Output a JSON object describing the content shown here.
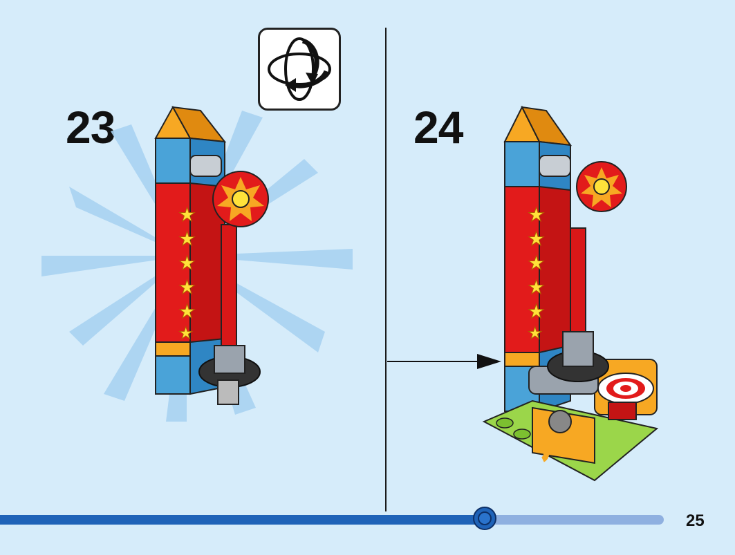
{
  "steps": [
    {
      "number": "23"
    },
    {
      "number": "24"
    }
  ],
  "rotate_icon": "rotate-model-icon",
  "progress": {
    "fraction": 0.73
  },
  "page": {
    "number": "25"
  },
  "colors": {
    "background": "#d6ecfa",
    "progress_fill": "#1f63b8",
    "progress_track": "#8fb0e0"
  }
}
